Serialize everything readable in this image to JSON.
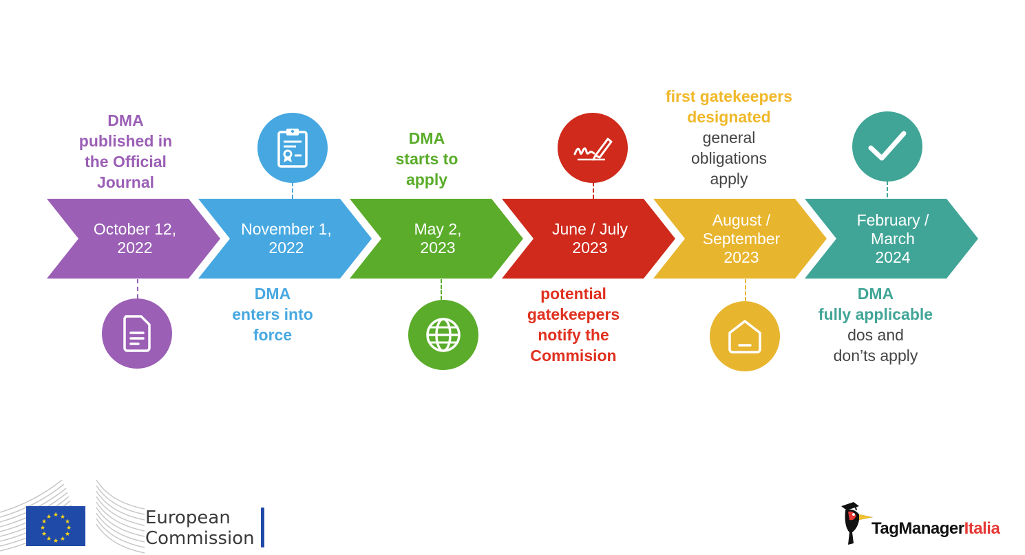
{
  "colors": {
    "purple": "#9b5fb5",
    "blue": "#47a8e1",
    "green": "#5aac2a",
    "red": "#cf2a1b",
    "yellow": "#e8b52e",
    "teal": "#40a597",
    "caption_red": "#e0301f",
    "caption_yellow": "#f0b82a"
  },
  "timeline": [
    {
      "date": "October 12,\n2022",
      "color": "#9b5fb5",
      "icon": "document-icon",
      "caption_headline": "DMA\npublished in\nthe Official\nJournal",
      "caption_sub": ""
    },
    {
      "date": "November 1,\n2022",
      "color": "#47a8e1",
      "icon": "clipboard-certificate-icon",
      "caption_headline": "DMA\nenters into\nforce",
      "caption_sub": ""
    },
    {
      "date": "May 2,\n2023",
      "color": "#5aac2a",
      "icon": "globe-icon",
      "caption_headline": "DMA\nstarts to\napply",
      "caption_sub": ""
    },
    {
      "date": "June / July\n2023",
      "color": "#cf2a1b",
      "icon": "signature-pen-icon",
      "caption_headline": "potential\ngatekeepers\nnotify the\nCommision",
      "caption_sub": ""
    },
    {
      "date": "August /\nSeptember\n2023",
      "color": "#e8b52e",
      "icon": "home-icon",
      "caption_headline": "first gatekeepers\ndesignated",
      "caption_sub": "general\nobligations\napply"
    },
    {
      "date": "February /\nMarch\n2024",
      "color": "#40a597",
      "icon": "checkmark-icon",
      "caption_headline": "DMA\nfully applicable",
      "caption_sub": "dos and\ndon’ts apply"
    }
  ],
  "footer": {
    "ec_logo_text": "European\nCommission",
    "tmi_brand_part1": "TagManager",
    "tmi_brand_part2": "Italia",
    "tmi_brand_color": "#e53935"
  }
}
